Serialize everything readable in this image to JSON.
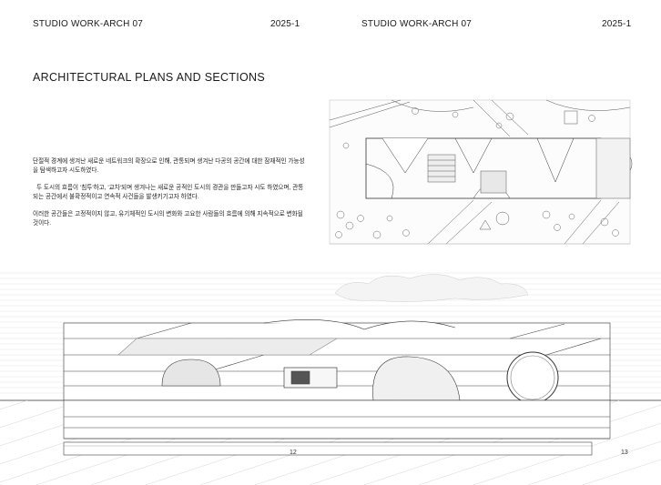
{
  "left_page": {
    "studio": "STUDIO WORK-ARCH 07",
    "year": "2025-1",
    "title": "ARCHITECTURAL PLANS AND SECTIONS",
    "paragraphs": [
      "단절적 경계에 생겨난 새로운 네트워크의 확장으로 인해, 관통되며 생겨난 다공의 공간에 대한 잠재적인 가능성을 탐색하고자 시도하였다.",
      "두 도시의 흐름이 '침투'하고, '교차'되며 생겨나는 새로운 공적인 도시의 경관을 만들고자 시도 하였으며, 관통되는 공간에서 불확정적이고 연속적 사건들을 발생키기고자 하였다.",
      "이러한 공간들은 고정적이지 않고, 유기체적인 도시의 변화와 고요한 사람들의 흐름에 의해 지속적으로 변화될 것이다."
    ],
    "page_number": "12"
  },
  "right_page": {
    "studio": "STUDIO WORK-ARCH 07",
    "year": "2025-1",
    "page_number": "13"
  },
  "drawings": {
    "plan": "site-plan-drawing",
    "section": "long-section-drawing"
  }
}
